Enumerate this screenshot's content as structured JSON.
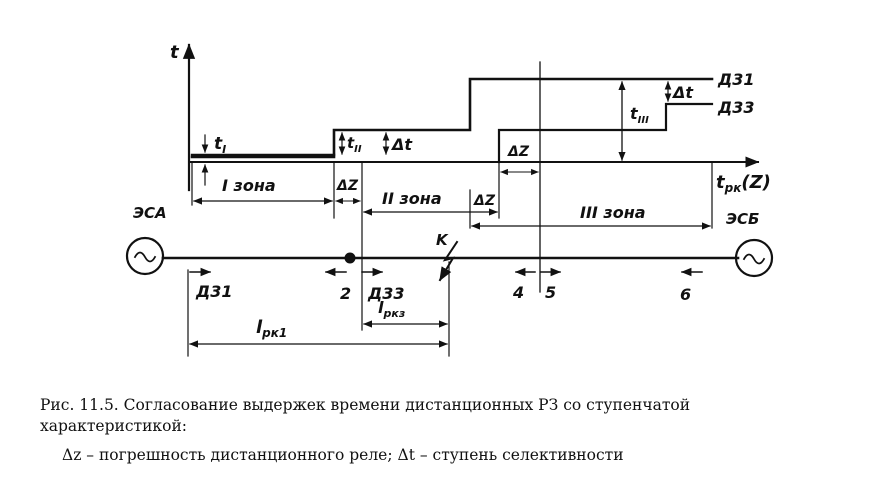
{
  "diagram": {
    "axis": {
      "y": "t",
      "x": "t",
      "x_sub": "рк",
      "x_suffix": "(Z)"
    },
    "time_labels": {
      "t1": "t",
      "t1_sub": "I",
      "t2": "t",
      "t2_sub": "II",
      "t3": "t",
      "t3_sub": "III"
    },
    "delta_t": "Δt",
    "delta_z": "ΔZ",
    "zones": {
      "z1": "I зона",
      "z2": "II зона",
      "z3": "III зона"
    },
    "sources": {
      "left": "ЭСА",
      "right": "ЭСБ"
    },
    "fault": "K",
    "curves": {
      "d31": "Д31",
      "d33": "Д33"
    },
    "relays": {
      "r1": "Д31",
      "r2": "2",
      "r3": "Д33",
      "r4": "4",
      "r5": "5",
      "r6": "6"
    },
    "lengths": {
      "l1": "l",
      "l1_sub": "рк1",
      "l3": "l",
      "l3_sub": "ркз"
    }
  },
  "caption": {
    "line1": "Рис. 11.5. Согласование выдержек времени дистанционных РЗ со ступенчатой",
    "line2": "характеристикой:",
    "line3": "Δz – погрешность дистанционного реле; Δt – ступень селективности"
  }
}
